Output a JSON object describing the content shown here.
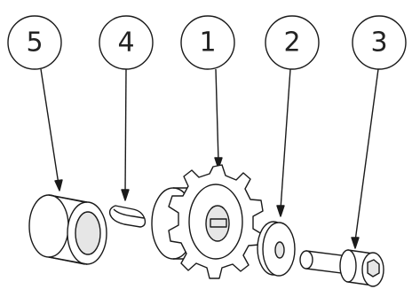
{
  "balloons": [
    {
      "id": "spacer",
      "label": "5"
    },
    {
      "id": "key",
      "label": "4"
    },
    {
      "id": "sprocket",
      "label": "1"
    },
    {
      "id": "washer",
      "label": "2"
    },
    {
      "id": "bolt",
      "label": "3"
    }
  ],
  "colors": {
    "line": "#1a1a1a",
    "part_fill": "#ffffff",
    "shade": "#e6e6e6"
  }
}
